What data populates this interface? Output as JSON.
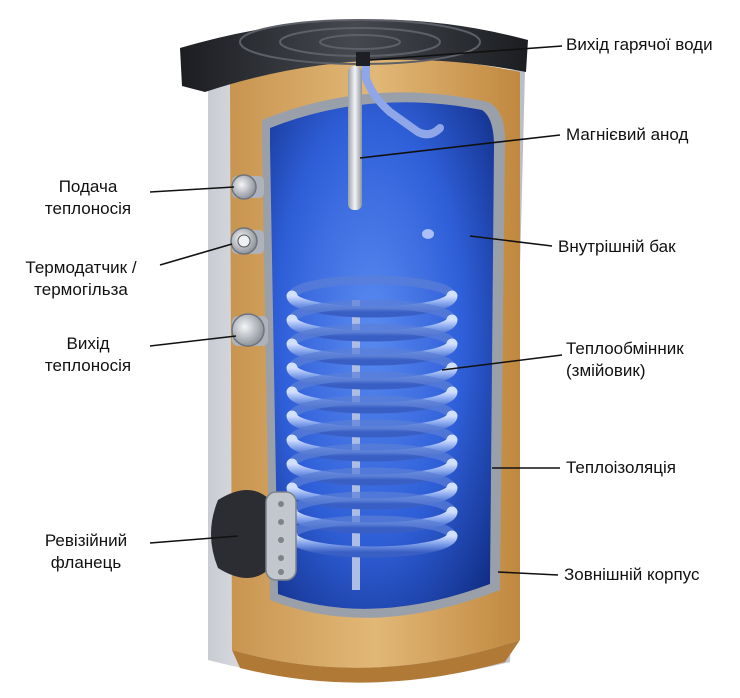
{
  "labels": {
    "hot_water_outlet": "Вихід гарячої води",
    "magnesium_anode": "Магнієвий анод",
    "inner_tank": "Внутрішній бак",
    "heat_exchanger_line1": "Теплообмінник",
    "heat_exchanger_line2": "(змійовик)",
    "insulation": "Теплоізоляція",
    "outer_casing": "Зовнішній корпус",
    "coolant_supply_line1": "Подача",
    "coolant_supply_line2": "теплоносія",
    "thermo_sensor_line1": "Термодатчик /",
    "thermo_sensor_line2": "термогільза",
    "coolant_outlet_line1": "Вихід",
    "coolant_outlet_line2": "теплоносія",
    "inspection_flange_line1": "Ревізійний",
    "inspection_flange_line2": "фланець"
  },
  "colors": {
    "tank_blue": "#2f5fd8",
    "tank_blue_dark": "#12308f",
    "insulation": "#d7a763",
    "insulation_dark": "#b9853f",
    "casing": "#e9ebef",
    "lid": "#2a2c30",
    "coil": "#8fb0f0",
    "leader": "#111111"
  }
}
